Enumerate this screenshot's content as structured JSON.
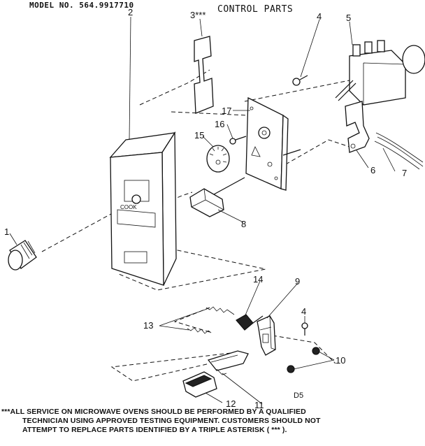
{
  "header": {
    "model": "MODEL NO. 564.9917710",
    "title": "CONTROL PARTS"
  },
  "callouts": {
    "p1": "1",
    "p2": "2",
    "p3": "3***",
    "p4a": "4",
    "p4b": "4",
    "p5": "5",
    "p6": "6",
    "p7": "7",
    "p8": "8",
    "p9": "9",
    "p10": "10",
    "p11": "11",
    "p12": "12",
    "p13": "13",
    "p14": "14",
    "p15": "15",
    "p16": "16",
    "p17": "17"
  },
  "panel_label": "COOK",
  "diagram_code": "D5",
  "footnote": {
    "line1": "***ALL SERVICE ON MICROWAVE OVENS SHOULD BE PERFORMED BY A QUALIFIED",
    "line2": "TECHNICIAN USING APPROVED TESTING EQUIPMENT. CUSTOMERS SHOULD NOT",
    "line3": "ATTEMPT TO REPLACE PARTS IDENTIFIED BY A TRIPLE ASTERISK (  *** )."
  }
}
